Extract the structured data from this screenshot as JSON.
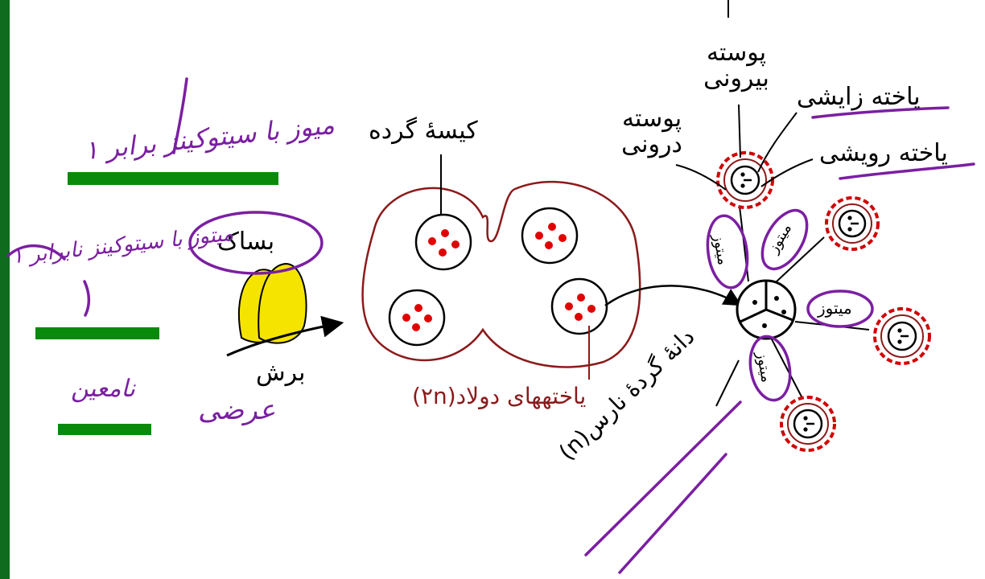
{
  "colors": {
    "left_bar": "#0f6b1e",
    "ink": "#000000",
    "red_outline": "#8b1a1a",
    "nucleus_dots": "#e00000",
    "pen_purple": "#7b1fa2",
    "pen_green": "#0a8a0a",
    "anther_yellow": "#f5e400"
  },
  "labels": {
    "anther": "بساک",
    "cut": "برش",
    "pollen_sac": "کیسهٔ گرده",
    "mother_cells": "یاختههای دولاد(۲n)",
    "immature_pollen": "دانهٔ گردهٔ نارس(n)",
    "inner_wall": "پوسته درونی",
    "outer_wall": "پوسته بیرونی",
    "generative_cell": "یاخته زایشی",
    "tube_cell": "یاخته رویشی",
    "mitosis": "میتوز"
  },
  "handwriting": {
    "note1": "۱ میوز با سیتوکینز برابر",
    "note2": "۱ میتوز با سیتوکینز نابرابر",
    "note3": "نامعین",
    "cut_note": "عرضی"
  },
  "icons": {
    "arrows": "arrow-right-icon",
    "cells": "circle-icon"
  }
}
